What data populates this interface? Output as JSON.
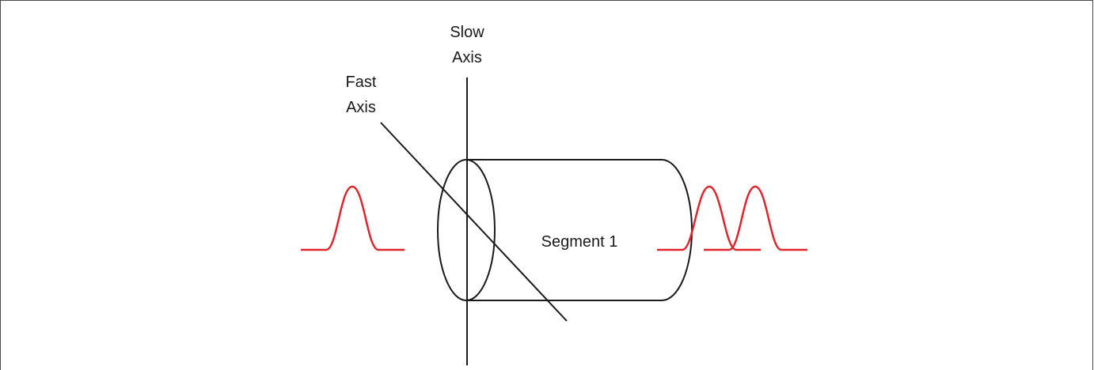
{
  "diagram": {
    "slow_axis_label": [
      "Slow",
      "Axis"
    ],
    "fast_axis_label": [
      "Fast",
      "Axis"
    ],
    "segment_label": "Segment 1",
    "colors": {
      "pulse": "#e0242b",
      "outline": "#1a1a1a",
      "frame": "#4a4a4a"
    }
  }
}
